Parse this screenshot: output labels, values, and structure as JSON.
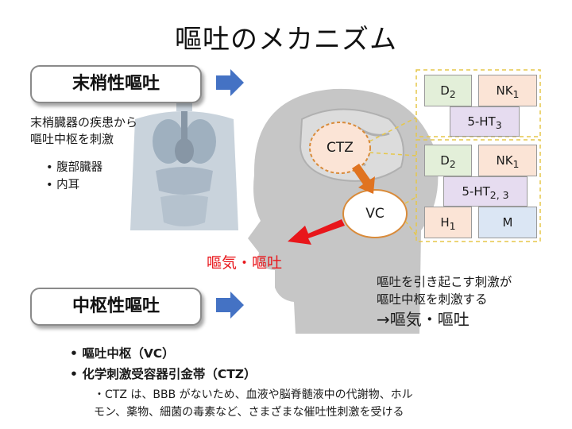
{
  "title": "嘔吐のメカニズム",
  "peripheral": {
    "label": "末梢性嘔吐",
    "desc_line1": "末梢臓器の疾患から",
    "desc_line2": "嘔吐中枢を刺激",
    "bullets": [
      "腹部臓器",
      "内耳"
    ]
  },
  "central": {
    "label": "中枢性嘔吐"
  },
  "ctz": {
    "label": "CTZ"
  },
  "vc": {
    "label": "VC"
  },
  "receptors_ctz": [
    {
      "base": "D",
      "sub": "2",
      "color": "#e3efd9"
    },
    {
      "base": "NK",
      "sub": "1",
      "color": "#fbe4d6"
    },
    {
      "base": "5-HT",
      "sub": "3",
      "color": "#e6dcf0"
    }
  ],
  "receptors_vc": [
    {
      "base": "D",
      "sub": "2",
      "color": "#e3efd9"
    },
    {
      "base": "NK",
      "sub": "1",
      "color": "#fbe4d6"
    },
    {
      "base": "5-HT",
      "sub": "2, 3",
      "color": "#e6dcf0"
    },
    {
      "base": "H",
      "sub": "1",
      "color": "#fbe4d6"
    },
    {
      "base": "M",
      "sub": "",
      "color": "#dbe6f4"
    }
  ],
  "result_red": "嘔気・嘔吐",
  "right_note": {
    "line1": "嘔吐を引き起こす刺激が",
    "line2": "嘔吐中枢を刺激する",
    "line3": "→嘔気・嘔吐"
  },
  "bottom": {
    "bullets": [
      "嘔吐中枢（VC）",
      "化学刺激受容器引金帯（CTZ）"
    ],
    "note_line1": "・CTZ は、BBB がないため、血液や脳脊髄液中の代謝物、ホル",
    "note_line2": "モン、薬物、細菌の毒素など、さまざまな催吐性刺激を受ける"
  },
  "colors": {
    "arrow_blue": "#4472c4",
    "arrow_red": "#e8161b",
    "arrow_orange": "#e07320",
    "dashed_border": "#e6c74a",
    "head_gray": "#c8c8c8",
    "body_gray": "#c9d3dc"
  }
}
